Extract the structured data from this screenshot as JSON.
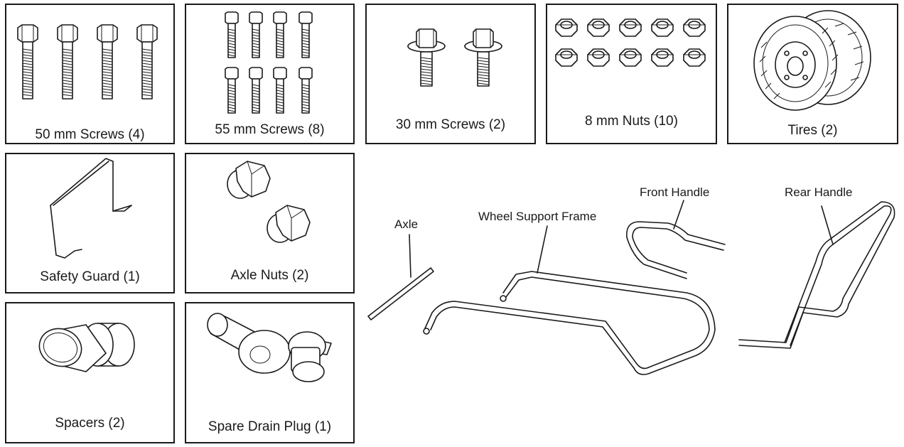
{
  "parts": {
    "screws_50mm": "50 mm Screws (4)",
    "screws_55mm": "55 mm Screws (8)",
    "screws_30mm": "30 mm Screws (2)",
    "nuts_8mm": "8 mm Nuts (10)",
    "tires": "Tires (2)",
    "safety_guard": "Safety Guard (1)",
    "axle_nuts": "Axle Nuts (2)",
    "spacers": "Spacers (2)",
    "drain_plug": "Spare Drain Plug (1)"
  },
  "assembly": {
    "axle": "Axle",
    "wheel_support_frame": "Wheel Support Frame",
    "front_handle": "Front Handle",
    "rear_handle": "Rear Handle"
  }
}
